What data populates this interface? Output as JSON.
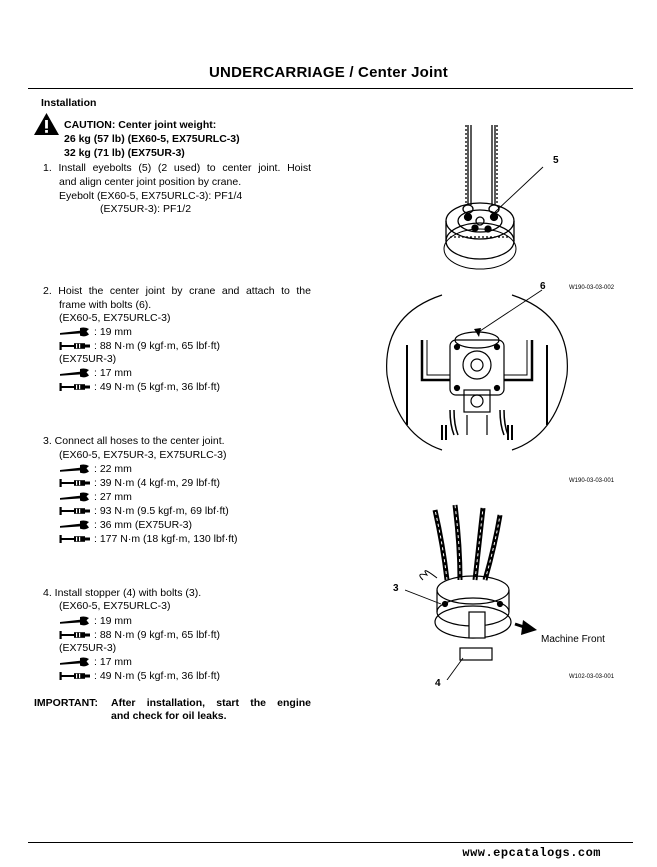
{
  "header": {
    "title": "UNDERCARRIAGE / Center Joint"
  },
  "section": {
    "heading": "Installation"
  },
  "caution": {
    "label": "CAUTION:  Center joint weight:",
    "line1": "26 kg (57 lb) (EX60-5, EX75URLC-3)",
    "line2": "32 kg (71 lb) (EX75UR-3)"
  },
  "steps": {
    "s1": {
      "l1": "1.  Install eyebolts (5) (2 used) to center joint. Hoist",
      "l2": "and align center joint position by crane.",
      "l3": "Eyebolt (EX60-5, EX75URLC-3): PF1/4",
      "l4": "(EX75UR-3): PF1/2"
    },
    "s2": {
      "l1": "2.  Hoist the center joint by crane and attach to the",
      "l2": "frame with bolts (6).",
      "m1": "(EX60-5, EX75URLC-3)",
      "w1": ": 19 mm",
      "t1": ": 88 N·m (9 kgf·m, 65 lbf·ft)",
      "m2": "(EX75UR-3)",
      "w2": ": 17 mm",
      "t2": ": 49 N·m (5 kgf·m, 36 lbf·ft)"
    },
    "s3": {
      "l1": "3.  Connect all hoses to the center joint.",
      "m1": "(EX60-5, EX75UR-3, EX75URLC-3)",
      "w1": ": 22 mm",
      "t1": ": 39 N·m (4 kgf·m, 29 lbf·ft)",
      "w2": ": 27 mm",
      "t2": ": 93 N·m (9.5 kgf·m, 69 lbf·ft)",
      "w3": ": 36 mm (EX75UR-3)",
      "t3": ": 177 N·m (18 kgf·m, 130 lbf·ft)"
    },
    "s4": {
      "l1": "4.  Install stopper (4) with bolts (3).",
      "m1": "(EX60-5, EX75URLC-3)",
      "w1": ": 19 mm",
      "t1": ": 88 N·m (9 kgf·m, 65 lbf·ft)",
      "m2": "(EX75UR-3)",
      "w2": ": 17 mm",
      "t2": ": 49 N·m (5 kgf·m, 36 lbf·ft)"
    }
  },
  "important": {
    "label": "IMPORTANT:",
    "l1": "After installation, start the engine",
    "l2": "and check for oil leaks."
  },
  "figures": {
    "fig1": {
      "callout": "5",
      "id": "W190-03-03-002"
    },
    "fig2": {
      "callout": "6",
      "id": "W190-03-03-001"
    },
    "fig3": {
      "callout_bolt": "3",
      "callout_stopper": "4",
      "direction_label": "Machine Front",
      "id": "W102-03-03-001"
    }
  },
  "footer": {
    "site": "www.epcatalogs.com"
  },
  "icons": {
    "caution": "caution-triangle-icon",
    "wrench": "wrench-icon",
    "torque_wrench": "torque-wrench-icon"
  }
}
